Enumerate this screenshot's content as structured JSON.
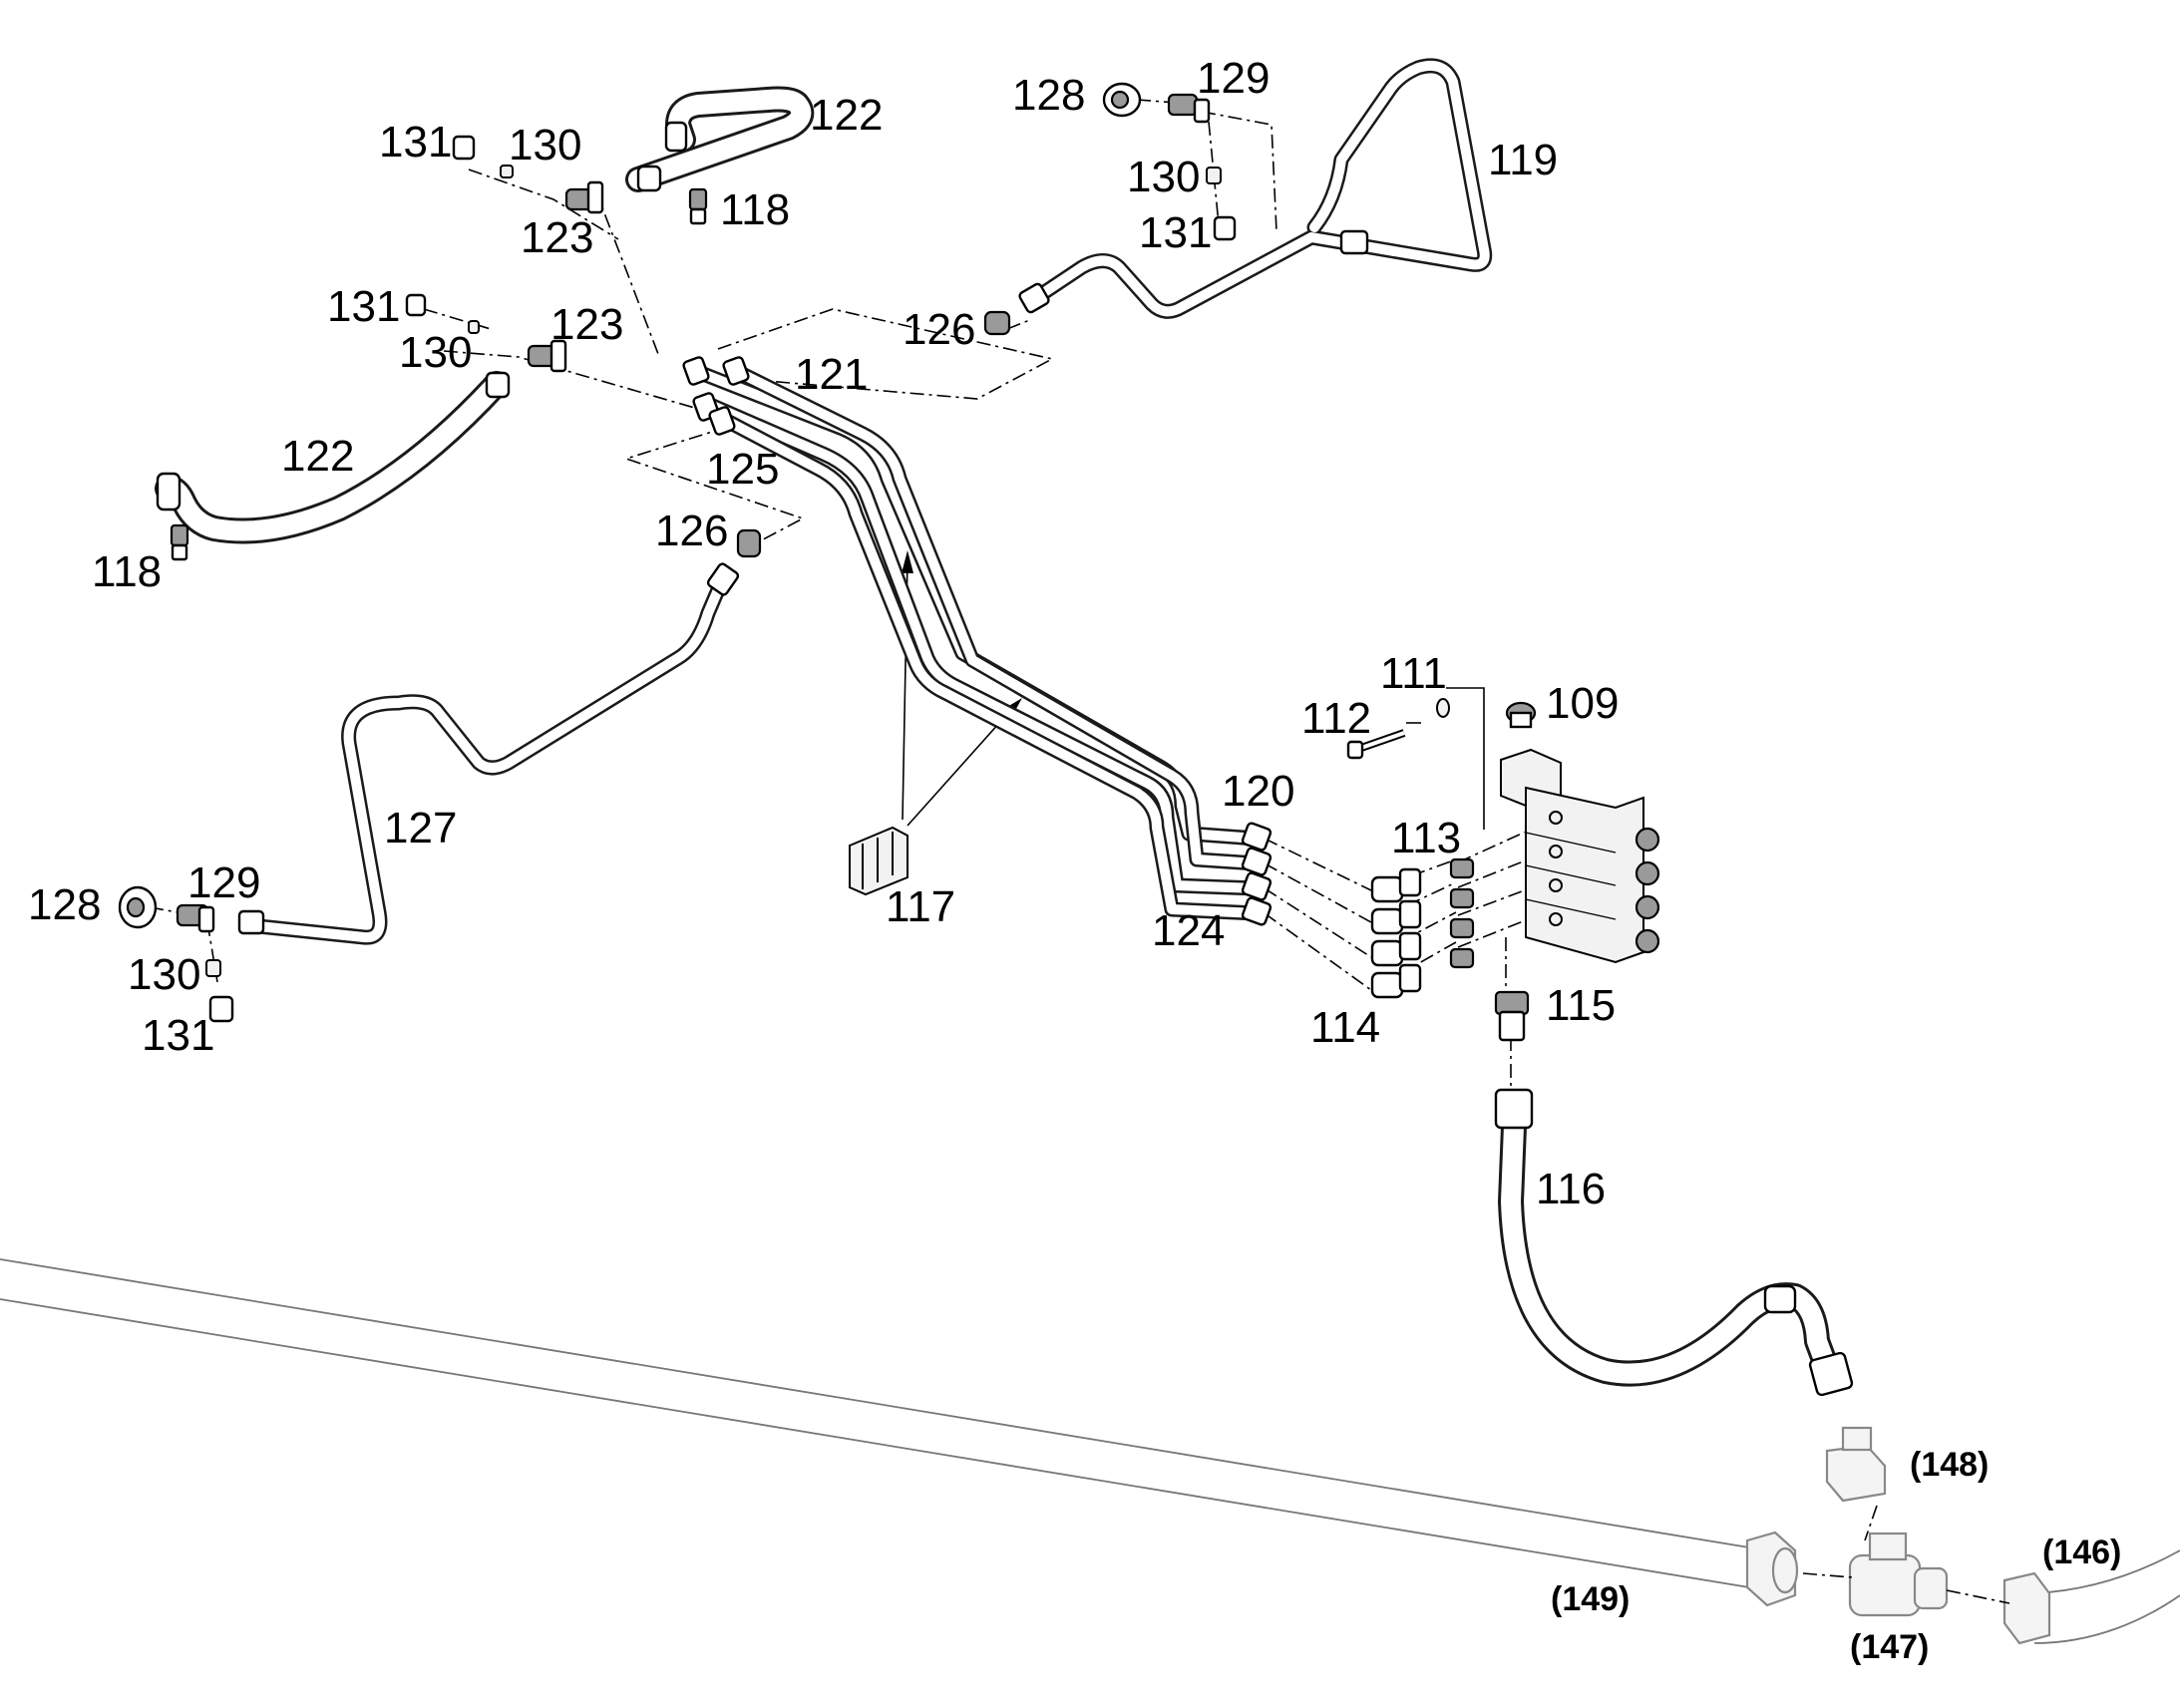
{
  "labels": {
    "p109": "109",
    "p111": "111",
    "p112": "112",
    "p113": "113",
    "p114": "114",
    "p115": "115",
    "p116": "116",
    "p117": "117",
    "p118a": "118",
    "p118b": "118",
    "p119": "119",
    "p120": "120",
    "p121": "121",
    "p122a": "122",
    "p122b": "122",
    "p123a": "123",
    "p123b": "123",
    "p124": "124",
    "p125": "125",
    "p126a": "126",
    "p126b": "126",
    "p127": "127",
    "p128a": "128",
    "p128b": "128",
    "p129a": "129",
    "p129b": "129",
    "p130a": "130",
    "p130b": "130",
    "p130c": "130",
    "p131a": "131",
    "p131b": "131",
    "p131c": "131",
    "p131d": "131",
    "p146": "(146)",
    "p147": "(147)",
    "p148": "(148)",
    "p149": "(149)"
  }
}
